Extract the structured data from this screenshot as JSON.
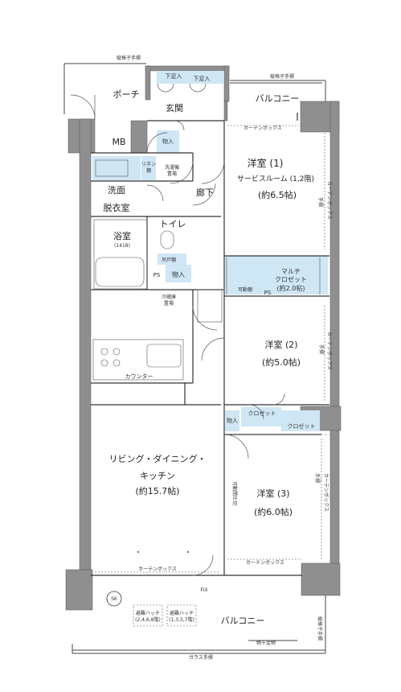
{
  "rooms": {
    "western1_title": "洋室 (1)",
    "western1_sub": "サービスルーム (1,2階)",
    "western1_size": "(約6.5帖)",
    "western2_title": "洋室 (2)",
    "western2_size": "(約5.0帖)",
    "western3_title": "洋室 (3)",
    "western3_size": "(約6.0帖)",
    "ldk_line1": "リビング・ダイニング・",
    "ldk_line2": "キッチン",
    "ldk_size": "(約15.7帖)",
    "washroom_line1": "洗面",
    "washroom_line2": "脱衣室",
    "bath": "浴室",
    "bath_size": "(1418)",
    "toilet": "トイレ",
    "entrance": "玄関",
    "hallway": "廊下",
    "porch": "ポーチ",
    "mb": "MB",
    "multi_closet_1": "マルチ",
    "multi_closet_2": "クロゼット",
    "multi_closet_size": "(約2.0帖)",
    "balcony_top": "バルコニー",
    "balcony_bottom": "バルコニー"
  },
  "labels": {
    "shoe_cabinet_a": "下足入",
    "shoe_cabinet_b": "下足入",
    "storage_entry": "物入",
    "storage_toilet": "物入",
    "storage_w3": "物入",
    "linen_1": "リネン",
    "linen_2": "棚",
    "washer_1": "洗濯機",
    "washer_2": "置場",
    "hanging_shelf": "吊戸棚",
    "ps_toilet": "PS",
    "ps_closet": "PS",
    "movable_shelf": "可動棚",
    "fridge_1": "冷蔵庫",
    "fridge_2": "置場",
    "counter": "カウンター",
    "closet_a": "クロゼット",
    "closet_b": "クロゼット",
    "movable_partition": "可動間仕切",
    "curtain_box_w1_top": "カーテンボックス",
    "curtain_box_w1_side": "カーテンボックス",
    "curtain_box_w2_side": "カーテンボックス",
    "curtain_box_w3_side": "カーテンボックス",
    "curtain_box_w3_bottom": "カーテンボックス",
    "curtain_box_ldk": "カーテンボックス",
    "handrail_w1": "手摺",
    "handrail_w2": "手摺",
    "handrail_w3": "手摺",
    "fix": "FIX",
    "sk": "SK",
    "escape_hatch_1_a": "避難ハッチ",
    "escape_hatch_1_b": "(2,4,6,8階)",
    "escape_hatch_2_a": "避難ハッチ",
    "escape_hatch_2_b": "(1,3,5,7階)",
    "grille_rail_top_left": "縦格子手摺",
    "grille_rail_top_right": "縦格子手摺",
    "grille_rail_bottom_right": "縦格子手摺",
    "drying_rack": "物干金物",
    "glass_rail": "ガラス手摺"
  },
  "colors": {
    "wall": "#8f8f8f",
    "closet_fill": "#cfe6f4",
    "line": "#333333"
  }
}
